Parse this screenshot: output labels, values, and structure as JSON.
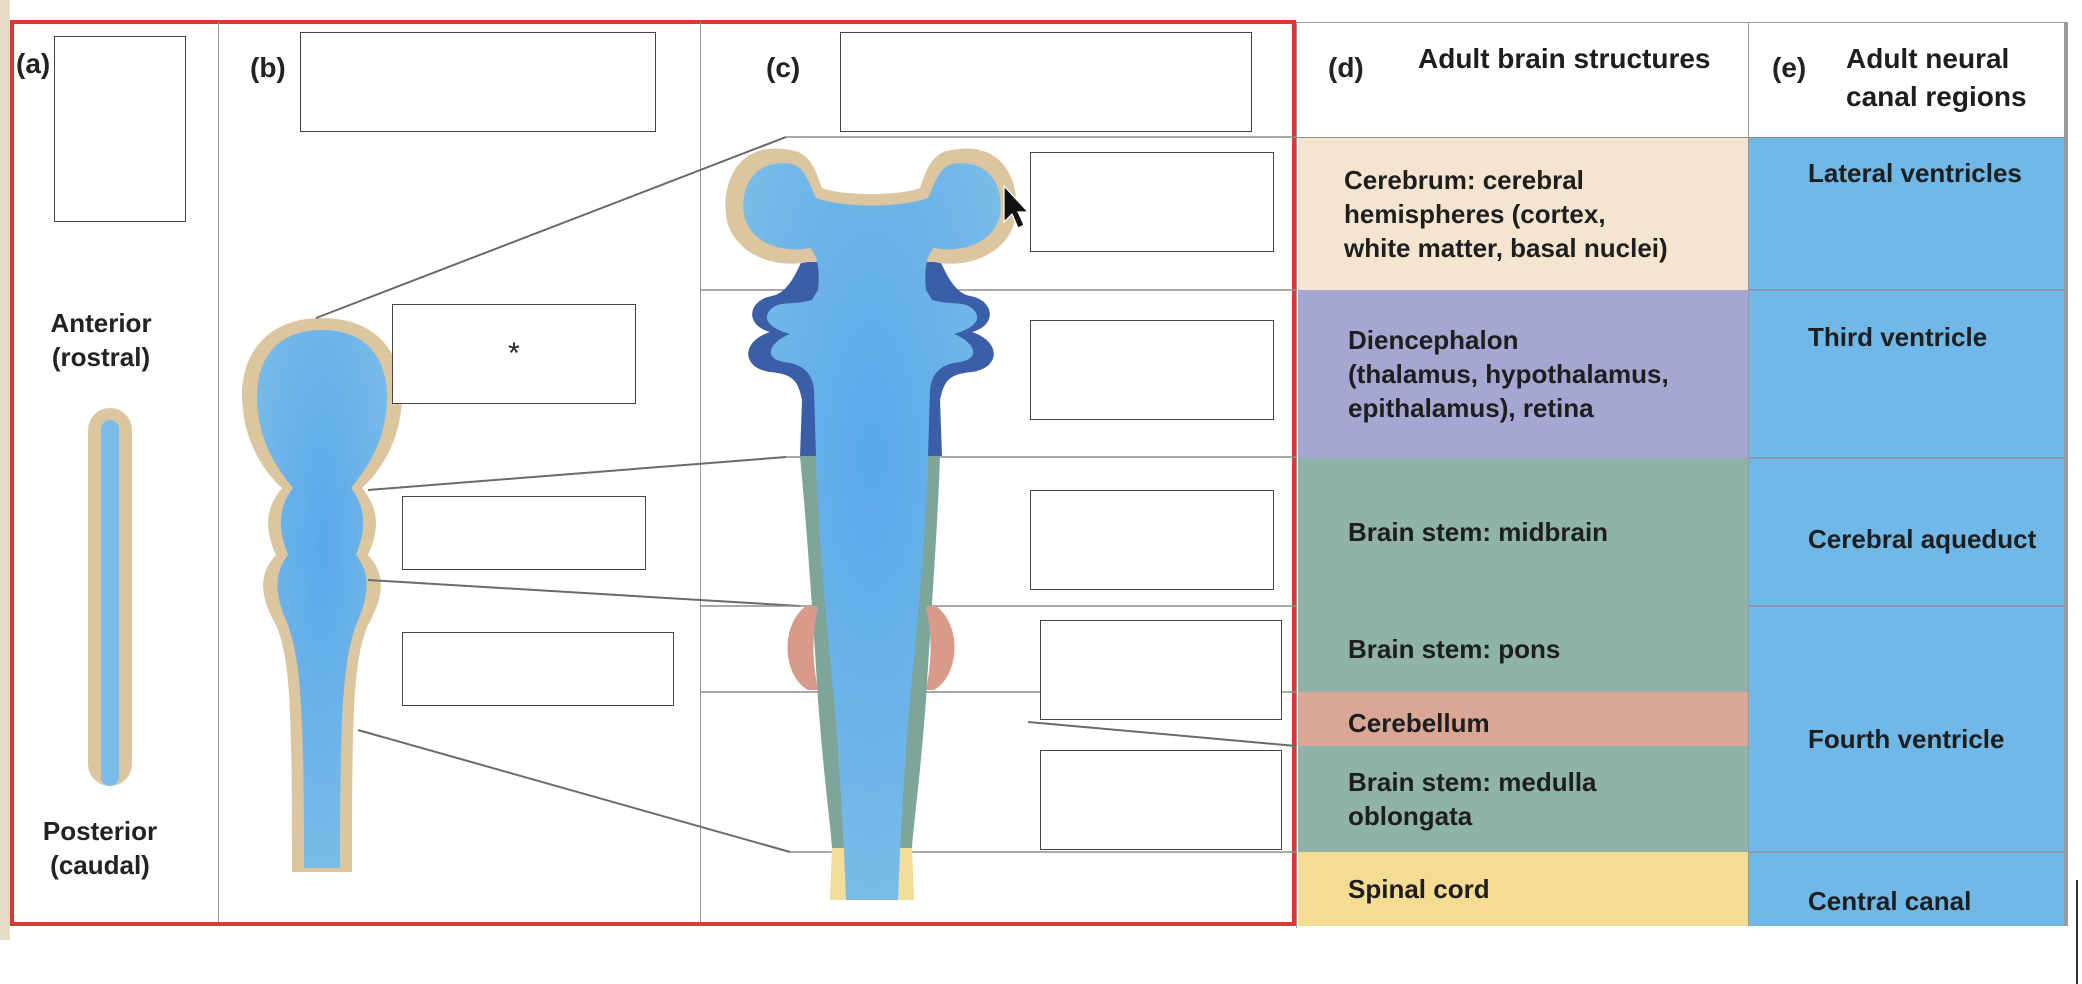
{
  "panels": {
    "a": {
      "letter": "(a)",
      "anterior": "Anterior\n(rostral)",
      "posterior": "Posterior\n(caudal)"
    },
    "b": {
      "letter": "(b)",
      "asterisk": "*"
    },
    "c": {
      "letter": "(c)"
    },
    "d": {
      "letter": "(d)",
      "header": "Adult brain structures"
    },
    "e": {
      "letter": "(e)",
      "header": "Adult neural\ncanal regions"
    }
  },
  "structures": [
    {
      "label": "Cerebrum: cerebral\nhemispheres (cortex,\nwhite matter, basal nuclei)",
      "color": "#f3e5d0"
    },
    {
      "label": "Diencephalon\n(thalamus, hypothalamus,\nepithalamus), retina",
      "color": "#a6a6d2"
    },
    {
      "label": "Brain stem: midbrain",
      "color": "#8fb3a8"
    },
    {
      "label": "Brain stem: pons",
      "color": "#8fb3a8"
    },
    {
      "label": "Cerebellum",
      "color": "#daa797"
    },
    {
      "label": "Brain stem: medulla\noblongata",
      "color": "#8fb3a8"
    },
    {
      "label": "Spinal cord",
      "color": "#f4dd93"
    }
  ],
  "canal_regions": [
    {
      "label": "Lateral ventricles"
    },
    {
      "label": "Third ventricle"
    },
    {
      "label": "Cerebral aqueduct"
    },
    {
      "label": "Fourth ventricle"
    },
    {
      "label": "Central canal"
    }
  ],
  "colors": {
    "frame": "#d63a33",
    "canal_blue": "#6bb3e8",
    "tissue_tan": "#dcc6a0",
    "diencephalon_blue": "#3a5fa8",
    "brainstem_green": "#7ea59a",
    "cerebellum_pink": "#d79a8b",
    "spinal_yellow": "#f1dc9a"
  }
}
